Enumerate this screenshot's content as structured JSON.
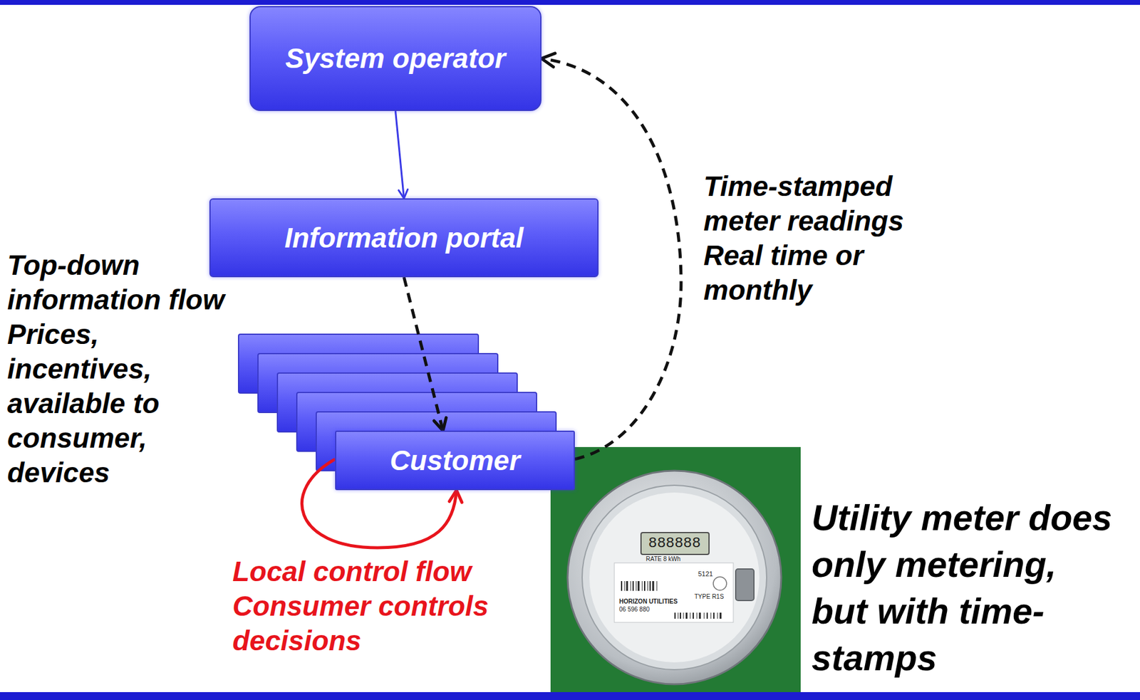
{
  "diagram": {
    "nodes": [
      {
        "text": [
          "System operator"
        ]
      },
      {
        "text": [
          "Information portal"
        ]
      },
      {
        "text": [
          "Customer"
        ]
      }
    ],
    "edges": [
      {
        "from": 0,
        "to": 1,
        "arrow": "to"
      },
      {
        "from": 1,
        "to": 2,
        "arrow": "to"
      },
      {
        "from": 2,
        "to": 0,
        "arrow": "to",
        "label": "Time-stamped meter readings Real time or monthly"
      },
      {
        "from": 2,
        "to": 2,
        "arrow": "to",
        "label": "Local control flow Consumer controls decisions"
      }
    ],
    "labels": [
      "Top-down information flow Prices, incentives, available to consumer, devices",
      "Utility meter does only metering, but with time-stamps",
      "888888",
      "RATE 8 kWh",
      "5121",
      "TYPE R1S",
      "HORIZON UTILITIES",
      "06 596 880"
    ]
  }
}
